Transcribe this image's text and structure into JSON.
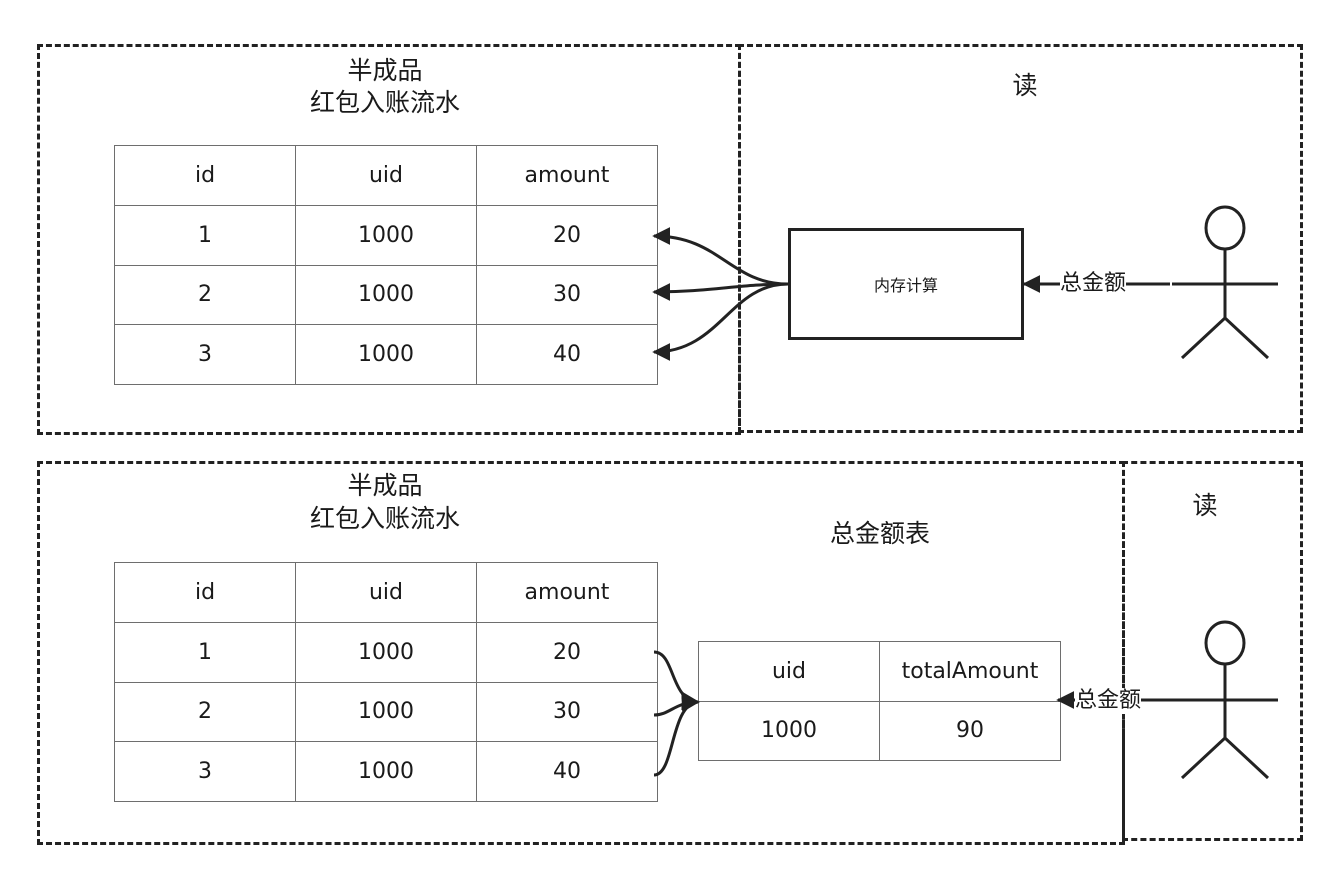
{
  "top": {
    "title_line1": "半成品",
    "title_line2": "红包入账流水",
    "read_label": "读",
    "table": {
      "headers": [
        "id",
        "uid",
        "amount"
      ],
      "rows": [
        [
          "1",
          "1000",
          "20"
        ],
        [
          "2",
          "1000",
          "30"
        ],
        [
          "3",
          "1000",
          "40"
        ]
      ]
    },
    "process_label": "内存计算",
    "edge_label": "总金额"
  },
  "bottom": {
    "title_line1": "半成品",
    "title_line2": "红包入账流水",
    "read_label": "读",
    "table": {
      "headers": [
        "id",
        "uid",
        "amount"
      ],
      "rows": [
        [
          "1",
          "1000",
          "20"
        ],
        [
          "2",
          "1000",
          "30"
        ],
        [
          "3",
          "1000",
          "40"
        ]
      ]
    },
    "total_table_title": "总金额表",
    "total_table": {
      "headers": [
        "uid",
        "totalAmount"
      ],
      "rows": [
        [
          "1000",
          "90"
        ]
      ]
    },
    "edge_label": "总金额"
  }
}
